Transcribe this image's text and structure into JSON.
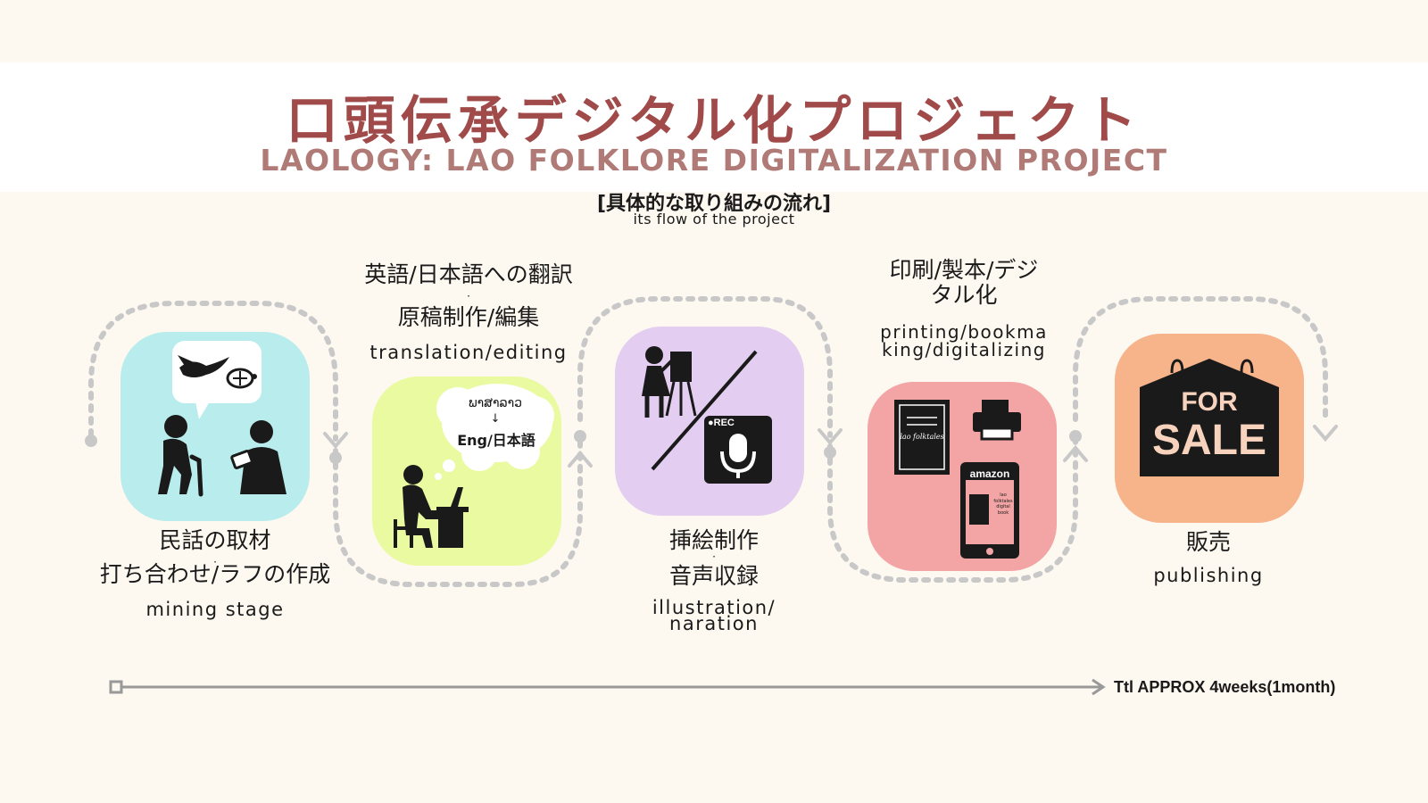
{
  "header": {
    "title_jp": "口頭伝承デジタル化プロジェクト",
    "title_en": "LAOLOGY: LAO FOLKLORE DIGITALIZATION PROJECT",
    "flow_heading": "[具体的な取り組みの流れ]",
    "flow_sub": "its flow of the project"
  },
  "steps": [
    {
      "jp_lines": [
        "民話の取材",
        "打ち合わせ/ラフの作成"
      ],
      "en": "mining stage",
      "color": "#b9ecec",
      "icon": "storytelling-icon"
    },
    {
      "jp_lines": [
        "英語/日本語への翻訳",
        "原稿制作/編集"
      ],
      "en": "translation/editing",
      "color": "#e9faa1",
      "icon": "translator-icon",
      "bubble_lao": "ພາສາລາວ",
      "bubble_arrow": "↓",
      "bubble_target": "Eng/日本語"
    },
    {
      "jp_lines": [
        "挿絵制作",
        "音声収録"
      ],
      "en_lines": [
        "illustration/",
        "naration"
      ],
      "color": "#e3cdf0",
      "icon": "illustration-recording-icon",
      "rec_label": "●REC"
    },
    {
      "jp_lines": [
        "印刷/製本/デジ",
        "タル化"
      ],
      "en_lines": [
        "printing/bookma",
        "king/digitalizing"
      ],
      "color": "#f3a4a4",
      "icon": "printing-icon",
      "book_label": "lao folktales",
      "amazon_label": "amazon",
      "ebook_label": "lao folktales digital book"
    },
    {
      "jp_lines": [
        "販売"
      ],
      "en": "publishing",
      "color": "#f7b38a",
      "icon": "for-sale-sign-icon",
      "sign_top": "FOR",
      "sign_bottom": "SALE"
    }
  ],
  "timeline": {
    "label": "Ttl APPROX 4weeks(1month)"
  },
  "colors": {
    "background": "#fdf8f0",
    "title": "#a04a4a",
    "subtitle": "#b07a76",
    "dashed_path": "#c8c8c8"
  }
}
